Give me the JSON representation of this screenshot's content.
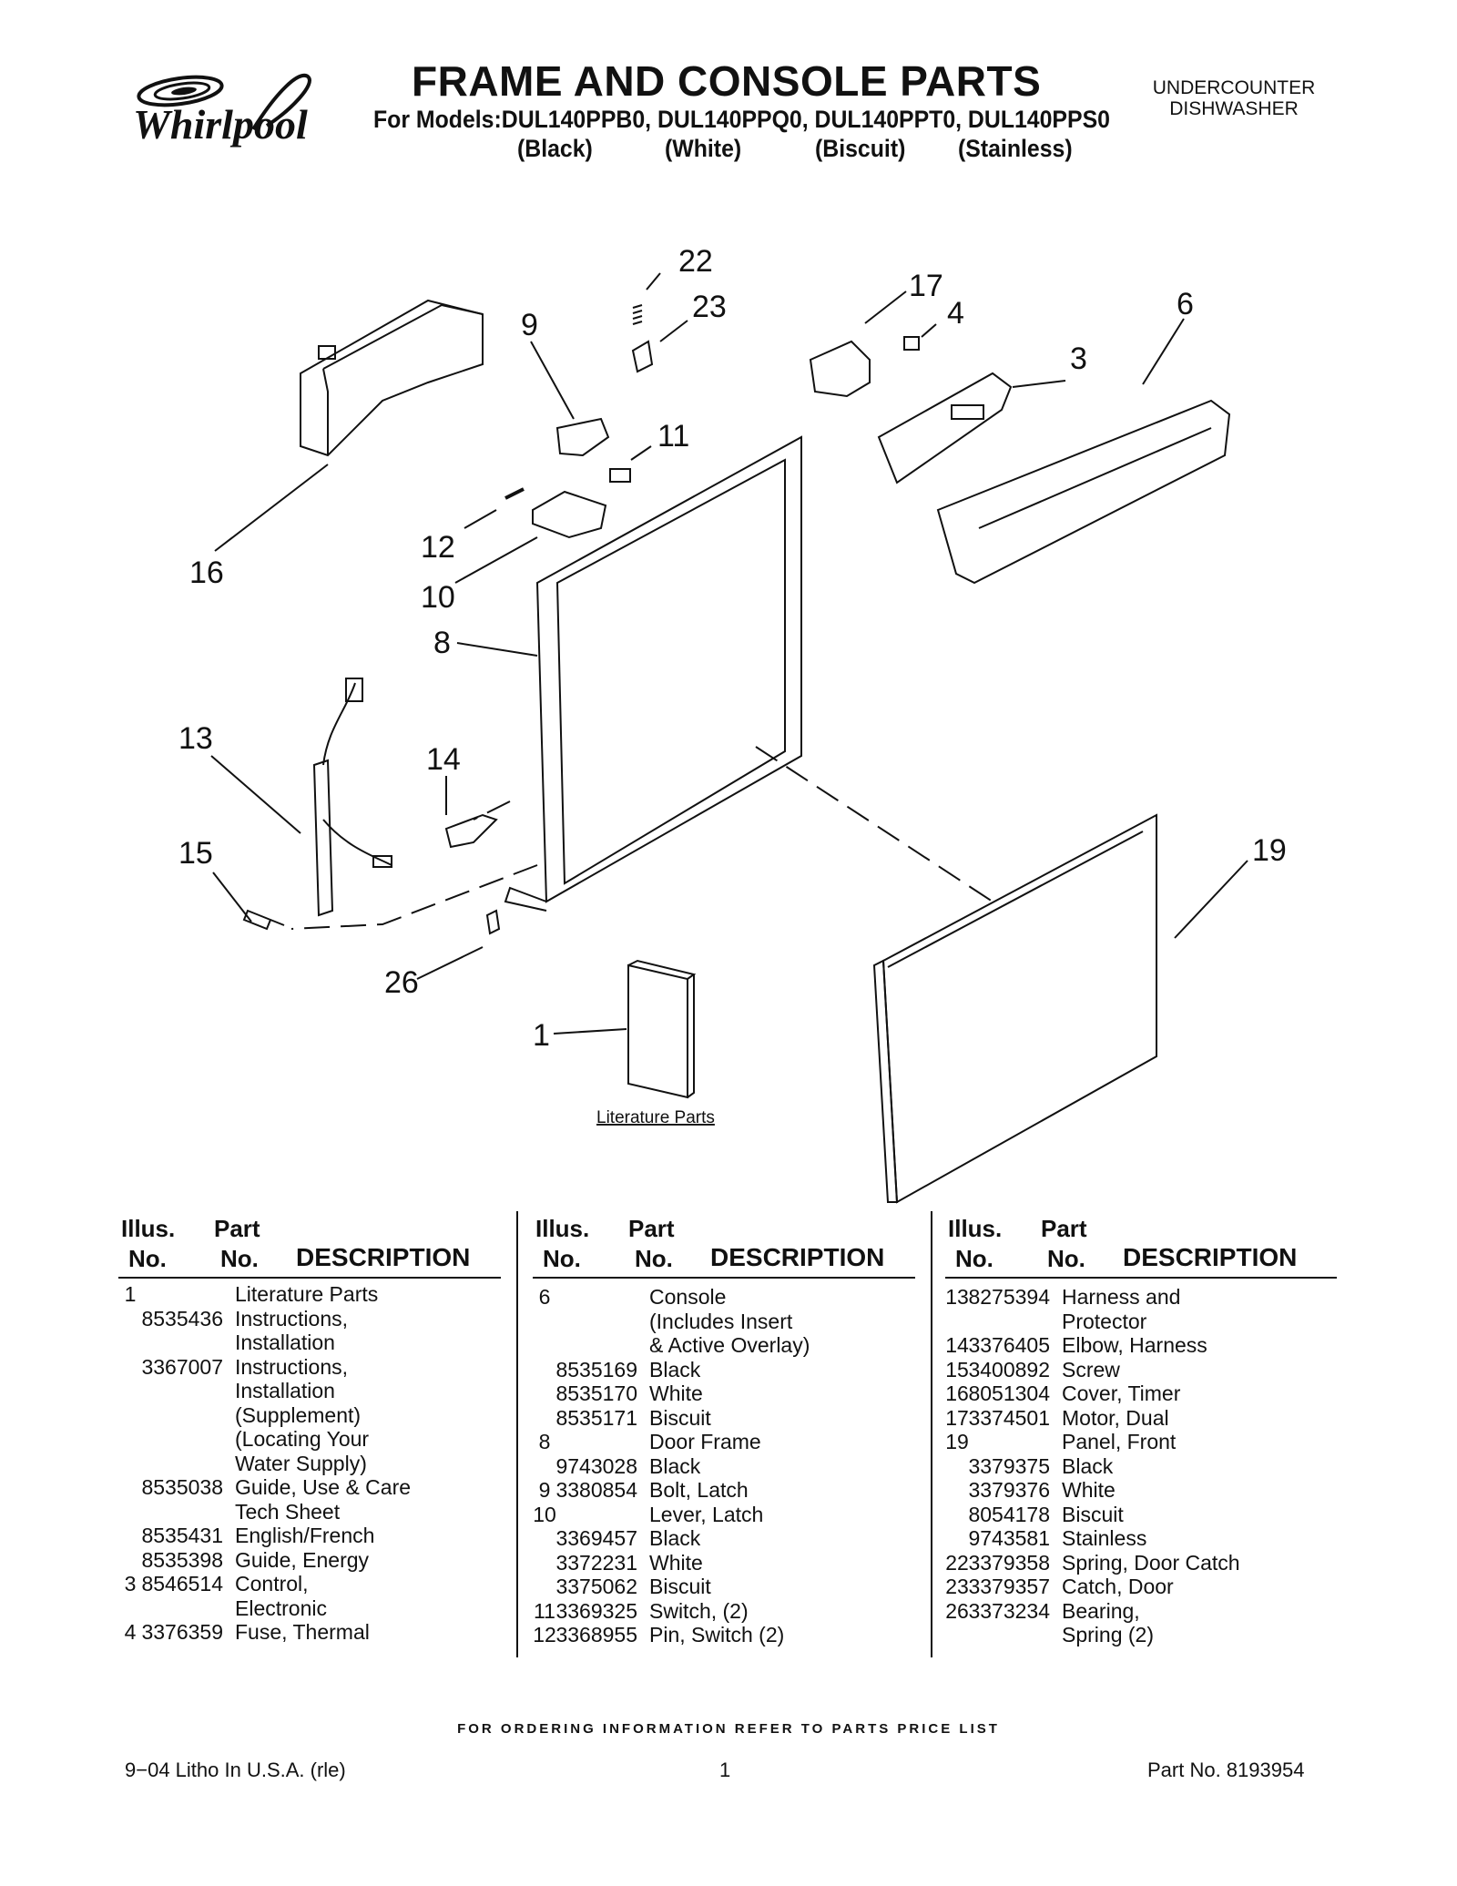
{
  "header": {
    "brand": "Whirlpool",
    "title": "FRAME AND CONSOLE PARTS",
    "models": "For Models:DUL140PPB0, DUL140PPQ0, DUL140PPT0, DUL140PPS0",
    "colors": [
      "(Black)",
      "(White)",
      "(Biscuit)",
      "(Stainless)"
    ],
    "product_type": [
      "UNDERCOUNTER",
      "DISHWASHER"
    ]
  },
  "diagram": {
    "callouts": [
      "22",
      "23",
      "17",
      "4",
      "6",
      "9",
      "3",
      "11",
      "16",
      "12",
      "10",
      "8",
      "13",
      "14",
      "15",
      "19",
      "26",
      "1"
    ],
    "literature_label": "Literature Parts"
  },
  "table": {
    "headers": {
      "illus": [
        "Illus.",
        "No."
      ],
      "part": [
        "Part",
        "No."
      ],
      "desc": "DESCRIPTION"
    },
    "columns": [
      [
        [
          "1",
          "",
          "Literature Parts"
        ],
        [
          "",
          "8535436",
          "Instructions,"
        ],
        [
          "",
          "",
          "Installation"
        ],
        [
          "",
          "3367007",
          "Instructions,"
        ],
        [
          "",
          "",
          "Installation"
        ],
        [
          "",
          "",
          "(Supplement)"
        ],
        [
          "",
          "",
          "(Locating Your"
        ],
        [
          "",
          "",
          "Water Supply)"
        ],
        [
          "",
          "8535038",
          "Guide, Use & Care"
        ],
        [
          "",
          "",
          "Tech Sheet"
        ],
        [
          "",
          "8535431",
          "English/French"
        ],
        [
          "",
          "8535398",
          "Guide, Energy"
        ],
        [
          "3",
          "8546514",
          "Control,"
        ],
        [
          "",
          "",
          "Electronic"
        ],
        [
          "4",
          "3376359",
          "Fuse, Thermal"
        ]
      ],
      [
        [
          "6",
          "",
          "Console"
        ],
        [
          "",
          "",
          "(Includes Insert"
        ],
        [
          "",
          "",
          "& Active Overlay)"
        ],
        [
          "",
          "8535169",
          "Black"
        ],
        [
          "",
          "8535170",
          "White"
        ],
        [
          "",
          "8535171",
          "Biscuit"
        ],
        [
          "8",
          "",
          "Door Frame"
        ],
        [
          "",
          "9743028",
          "Black"
        ],
        [
          "9",
          "3380854",
          "Bolt, Latch"
        ],
        [
          "10",
          "",
          "Lever, Latch"
        ],
        [
          "",
          "3369457",
          "Black"
        ],
        [
          "",
          "3372231",
          "White"
        ],
        [
          "",
          "3375062",
          "Biscuit"
        ],
        [
          "11",
          "3369325",
          "Switch, (2)"
        ],
        [
          "12",
          "3368955",
          "Pin, Switch (2)"
        ]
      ],
      [
        [
          "13",
          "8275394",
          "Harness and"
        ],
        [
          "",
          "",
          "Protector"
        ],
        [
          "14",
          "3376405",
          "Elbow, Harness"
        ],
        [
          "15",
          "3400892",
          "Screw"
        ],
        [
          "16",
          "8051304",
          "Cover, Timer"
        ],
        [
          "17",
          "3374501",
          "Motor, Dual"
        ],
        [
          "19",
          "",
          "Panel, Front"
        ],
        [
          "",
          "3379375",
          "Black"
        ],
        [
          "",
          "3379376",
          "White"
        ],
        [
          "",
          "8054178",
          "Biscuit"
        ],
        [
          "",
          "9743581",
          "Stainless"
        ],
        [
          "22",
          "3379358",
          "Spring, Door Catch"
        ],
        [
          "23",
          "3379357",
          "Catch, Door"
        ],
        [
          "26",
          "3373234",
          "Bearing,"
        ],
        [
          "",
          "",
          "Spring (2)"
        ]
      ]
    ]
  },
  "footer": {
    "ordering_note": "FOR ORDERING INFORMATION REFER TO PARTS PRICE LIST",
    "litho": "9−04 Litho In U.S.A. (rle)",
    "page_number": "1",
    "part_number": "Part No. 8193954"
  }
}
